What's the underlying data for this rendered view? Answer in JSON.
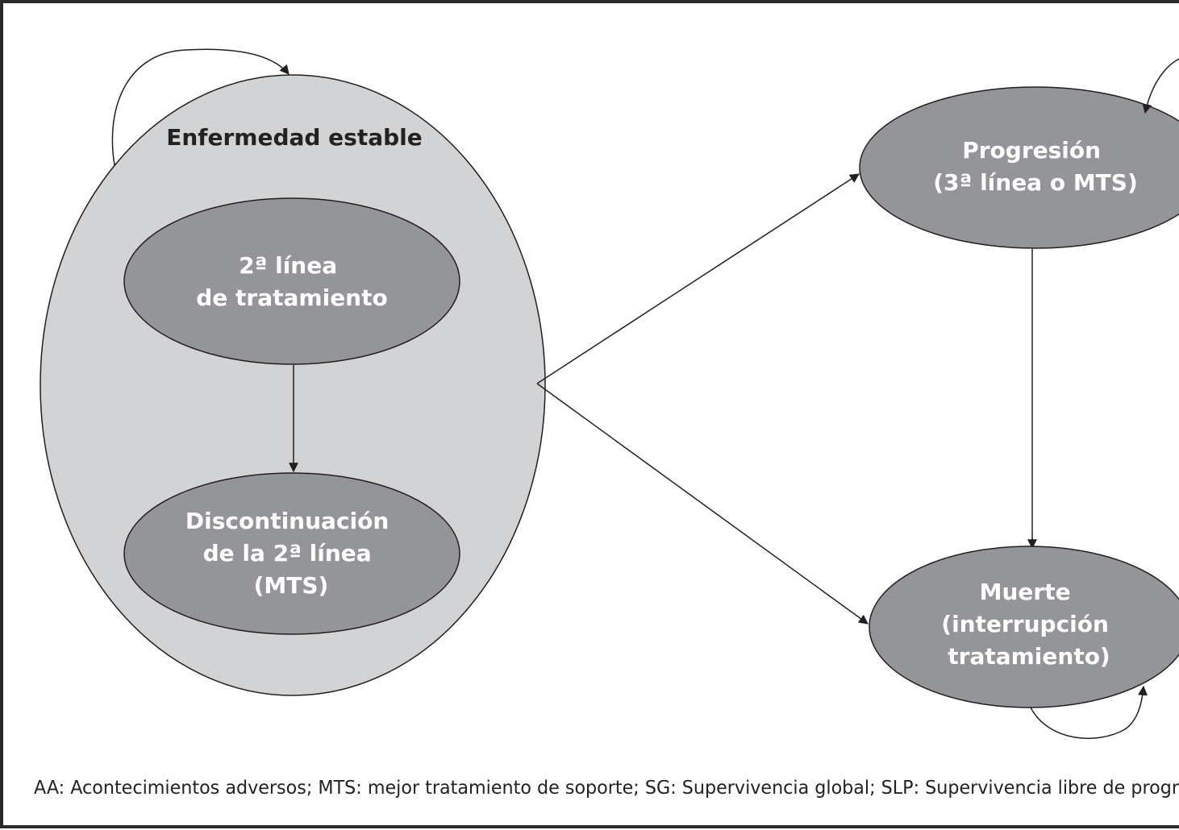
{
  "nodes": {
    "stable": {
      "label": "Enfermedad estable"
    },
    "second_line": {
      "lines": [
        "2ª línea",
        "de tratamiento"
      ]
    },
    "discontinuation": {
      "lines": [
        "Discontinuación",
        "de la 2ª línea",
        "(MTS)"
      ]
    },
    "progression": {
      "lines": [
        "Progresión",
        "(3ª línea o MTS)"
      ]
    },
    "death": {
      "lines": [
        "Muerte",
        "(interrupción",
        "tratamiento)"
      ]
    }
  },
  "footnote": "AA: Acontecimientos adversos; MTS: mejor tratamiento de soporte; SG: Supervivencia global; SLP: Supervivencia libre de progr",
  "colors": {
    "outer_fill": "#d2d3d4",
    "inner_fill": "#939598",
    "stroke": "#231f20",
    "frame": "#2b2b2b"
  }
}
